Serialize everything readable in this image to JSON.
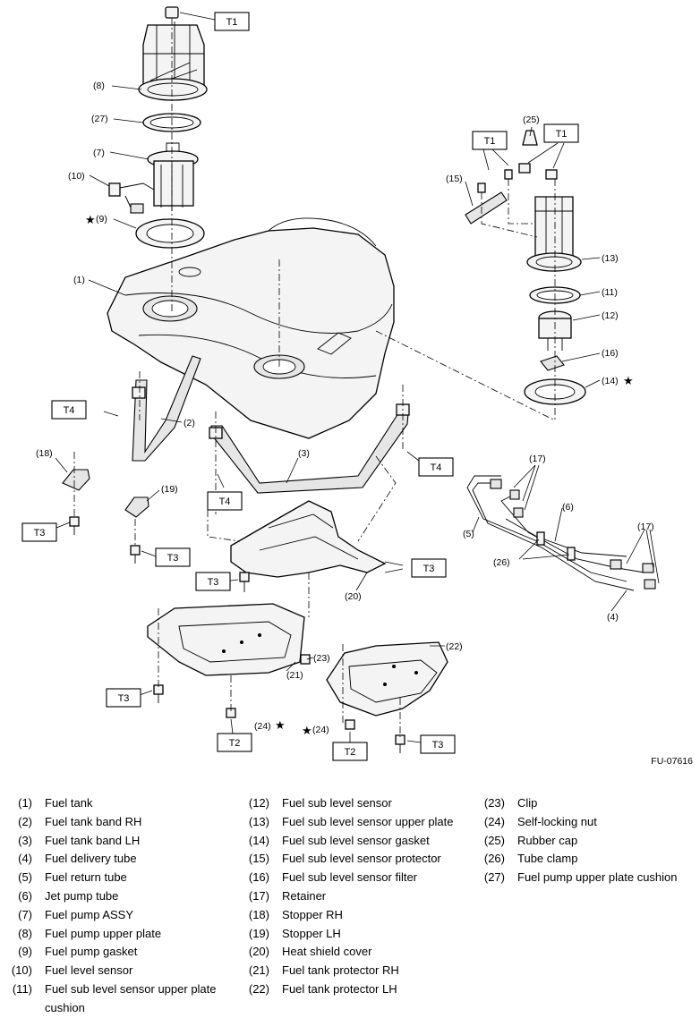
{
  "torque_labels": {
    "t1": "T1",
    "t2": "T2",
    "t3": "T3",
    "t4": "T4"
  },
  "callouts": {
    "c1": "(1)",
    "c2": "(2)",
    "c3": "(3)",
    "c4": "(4)",
    "c5": "(5)",
    "c6": "(6)",
    "c7": "(7)",
    "c8": "(8)",
    "c9": "(9)",
    "c10": "(10)",
    "c11": "(11)",
    "c12": "(12)",
    "c13": "(13)",
    "c14": "(14)",
    "c15": "(15)",
    "c16": "(16)",
    "c17": "(17)",
    "c18": "(18)",
    "c19": "(19)",
    "c20": "(20)",
    "c21": "(21)",
    "c22": "(22)",
    "c23": "(23)",
    "c24": "(24)",
    "c25": "(25)",
    "c26": "(26)",
    "c27": "(27)"
  },
  "star_symbol": "★",
  "figure_id": "FU-07616",
  "legend": {
    "col1": [
      {
        "num": "(1)",
        "label": "Fuel tank"
      },
      {
        "num": "(2)",
        "label": "Fuel tank band RH"
      },
      {
        "num": "(3)",
        "label": "Fuel tank band LH"
      },
      {
        "num": "(4)",
        "label": "Fuel delivery tube"
      },
      {
        "num": "(5)",
        "label": "Fuel return tube"
      },
      {
        "num": "(6)",
        "label": "Jet pump tube"
      },
      {
        "num": "(7)",
        "label": "Fuel pump ASSY"
      },
      {
        "num": "(8)",
        "label": "Fuel pump upper plate"
      },
      {
        "num": "(9)",
        "label": "Fuel pump gasket"
      },
      {
        "num": "(10)",
        "label": "Fuel level sensor"
      },
      {
        "num": "(11)",
        "label": "Fuel sub level sensor upper plate cushion"
      }
    ],
    "col2": [
      {
        "num": "(12)",
        "label": "Fuel sub level sensor"
      },
      {
        "num": "(13)",
        "label": "Fuel sub level sensor upper plate"
      },
      {
        "num": "(14)",
        "label": "Fuel sub level sensor gasket"
      },
      {
        "num": "(15)",
        "label": "Fuel sub level sensor protector"
      },
      {
        "num": "(16)",
        "label": "Fuel sub level sensor filter"
      },
      {
        "num": "(17)",
        "label": "Retainer"
      },
      {
        "num": "(18)",
        "label": "Stopper RH"
      },
      {
        "num": "(19)",
        "label": "Stopper LH"
      },
      {
        "num": "(20)",
        "label": "Heat shield cover"
      },
      {
        "num": "(21)",
        "label": "Fuel tank protector RH"
      },
      {
        "num": "(22)",
        "label": "Fuel tank protector LH"
      }
    ],
    "col3": [
      {
        "num": "(23)",
        "label": "Clip"
      },
      {
        "num": "(24)",
        "label": "Self-locking nut"
      },
      {
        "num": "(25)",
        "label": "Rubber cap"
      },
      {
        "num": "(26)",
        "label": "Tube clamp"
      },
      {
        "num": "(27)",
        "label": "Fuel pump upper plate cushion"
      }
    ]
  }
}
